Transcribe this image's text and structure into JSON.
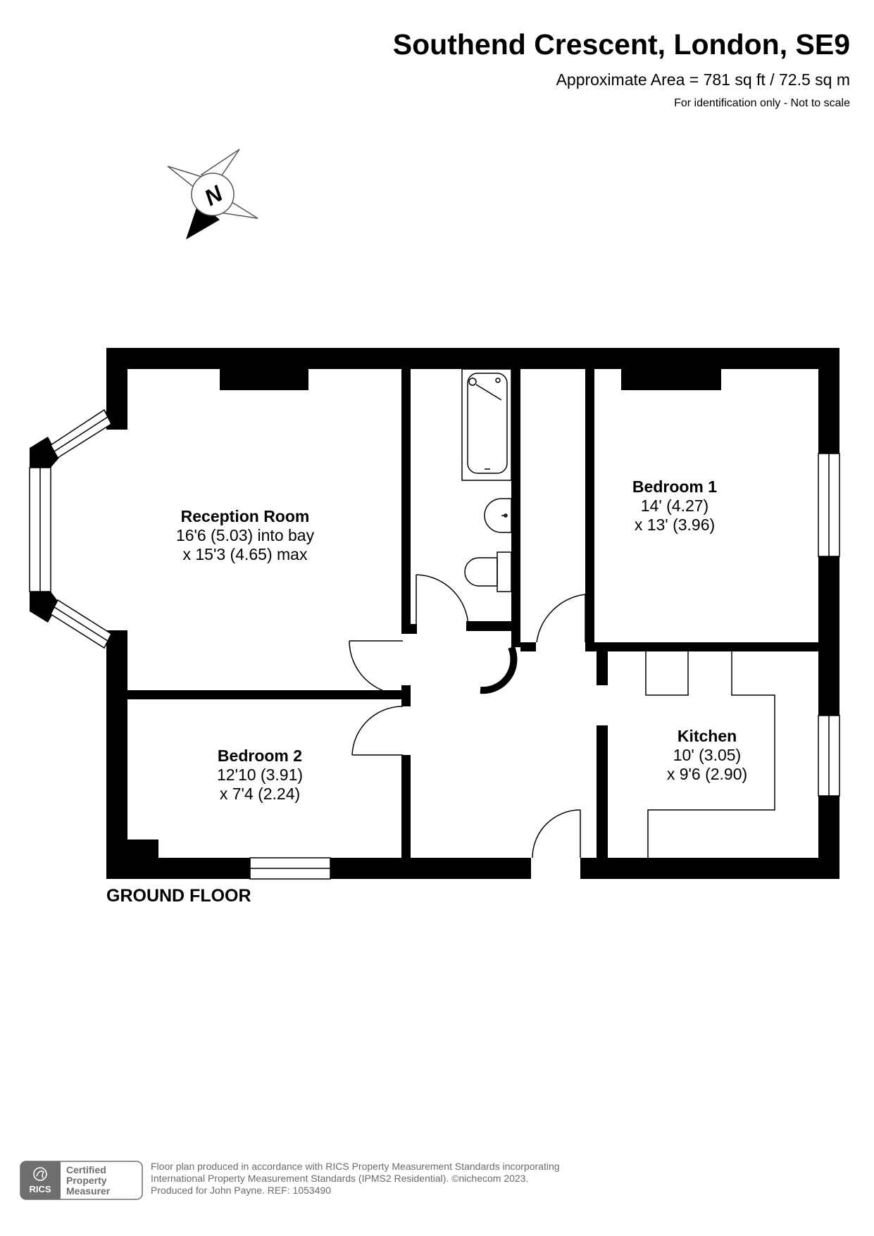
{
  "header": {
    "title": "Southend Crescent, London, SE9",
    "area": "Approximate Area = 781 sq ft / 72.5 sq m",
    "disclaimer": "For identification only - Not to scale"
  },
  "compass": {
    "label": "N"
  },
  "rooms": {
    "reception": {
      "name": "Reception Room",
      "dim1": "16'6 (5.03) into bay",
      "dim2": "x 15'3 (4.65) max"
    },
    "bedroom1": {
      "name": "Bedroom 1",
      "dim1": "14' (4.27)",
      "dim2": "x 13' (3.96)"
    },
    "bedroom2": {
      "name": "Bedroom 2",
      "dim1": "12'10 (3.91)",
      "dim2": "x 7'4 (2.24)"
    },
    "kitchen": {
      "name": "Kitchen",
      "dim1": "10' (3.05)",
      "dim2": "x 9'6 (2.90)"
    }
  },
  "floor_label": "GROUND FLOOR",
  "footer": {
    "badge": {
      "org": "RICS",
      "line1": "Certified",
      "line2": "Property",
      "line3": "Measurer"
    },
    "line1": "Floor plan produced in accordance with RICS Property Measurement Standards incorporating",
    "line2": "International Property Measurement Standards (IPMS2 Residential).  ©nichecom 2023.",
    "line3": "Produced for John Payne.   REF:  1053490"
  },
  "colors": {
    "wall": "#000000",
    "background": "#ffffff",
    "footer_text": "#6b6b6b",
    "badge_grey": "#6e6e6e"
  }
}
